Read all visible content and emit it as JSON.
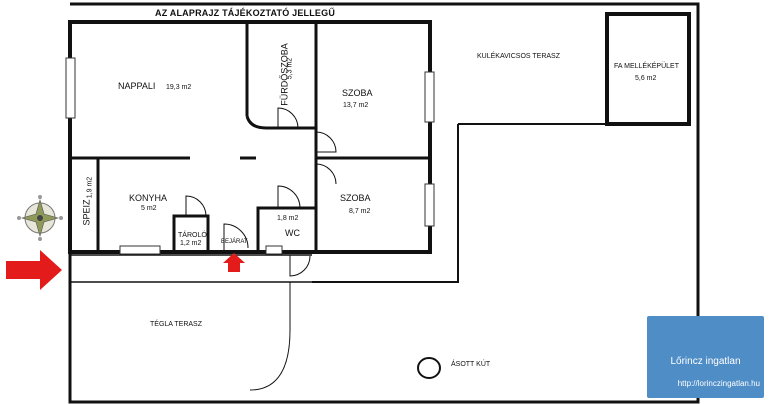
{
  "title": "AZ ALAPRAJZ TÁJÉKOZTATÓ JELLEGŰ",
  "rooms": [
    {
      "name": "NAPPALI",
      "area": "19,3 m2"
    },
    {
      "name": "FÜRDŐSZOBA",
      "area": "5,3 m2"
    },
    {
      "name": "SZOBA",
      "area": "13,7 m2"
    },
    {
      "name": "SZOBA",
      "area": "8,7 m2"
    },
    {
      "name": "KONYHA",
      "area": "5 m2"
    },
    {
      "name": "SPEIZ",
      "area": "1,9 m2"
    },
    {
      "name": "TÁROLÓ",
      "area": "1,2 m2"
    },
    {
      "name": "WC",
      "area": "1,8 m2"
    },
    {
      "name": "FA MELLÉKÉPÜLET",
      "area": "5,6 m2"
    }
  ],
  "labels": {
    "entrance": "BEJÁRAT",
    "gravel_terrace": "KULÉKAVICSOS TERASZ",
    "brick_terrace": "TÉGLA TERASZ",
    "well": "ÁSOTT KÚT"
  },
  "logo": {
    "name": "Lőrincz ingatlan",
    "url": "http://lorinczingatlan.hu"
  },
  "colors": {
    "wall": "#111111",
    "arrow": "#e41b1b",
    "logo_bg": "#4f8dc7"
  }
}
